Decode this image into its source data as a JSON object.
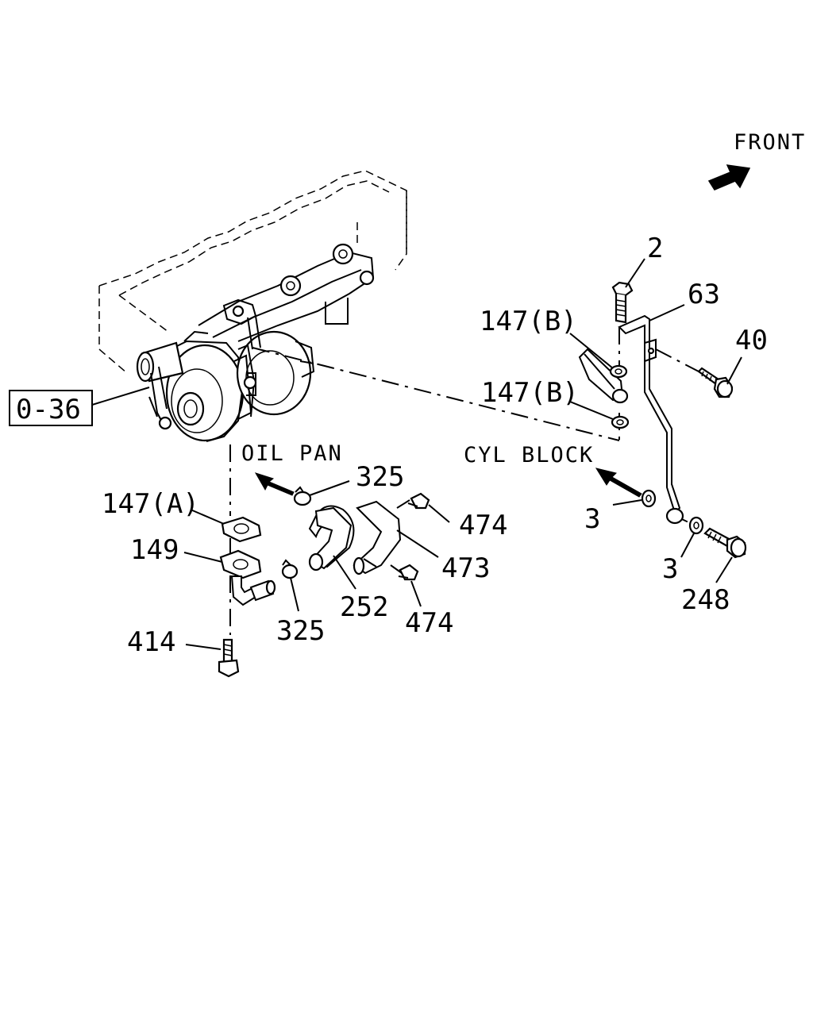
{
  "directions": {
    "front": "FRONT",
    "oil_pan": "OIL PAN",
    "cyl_block": "CYL BLOCK"
  },
  "reference": {
    "box_label": "0-36"
  },
  "callouts": {
    "p2": "2",
    "p63": "63",
    "p40": "40",
    "p147b_upper": "147(B)",
    "p147b_lower": "147(B)",
    "p147a": "147(A)",
    "p149": "149",
    "p414": "414",
    "p325_upper": "325",
    "p325_lower": "325",
    "p252": "252",
    "p473": "473",
    "p474_upper": "474",
    "p474_lower": "474",
    "p3_left": "3",
    "p3_right": "3",
    "p248": "248"
  }
}
